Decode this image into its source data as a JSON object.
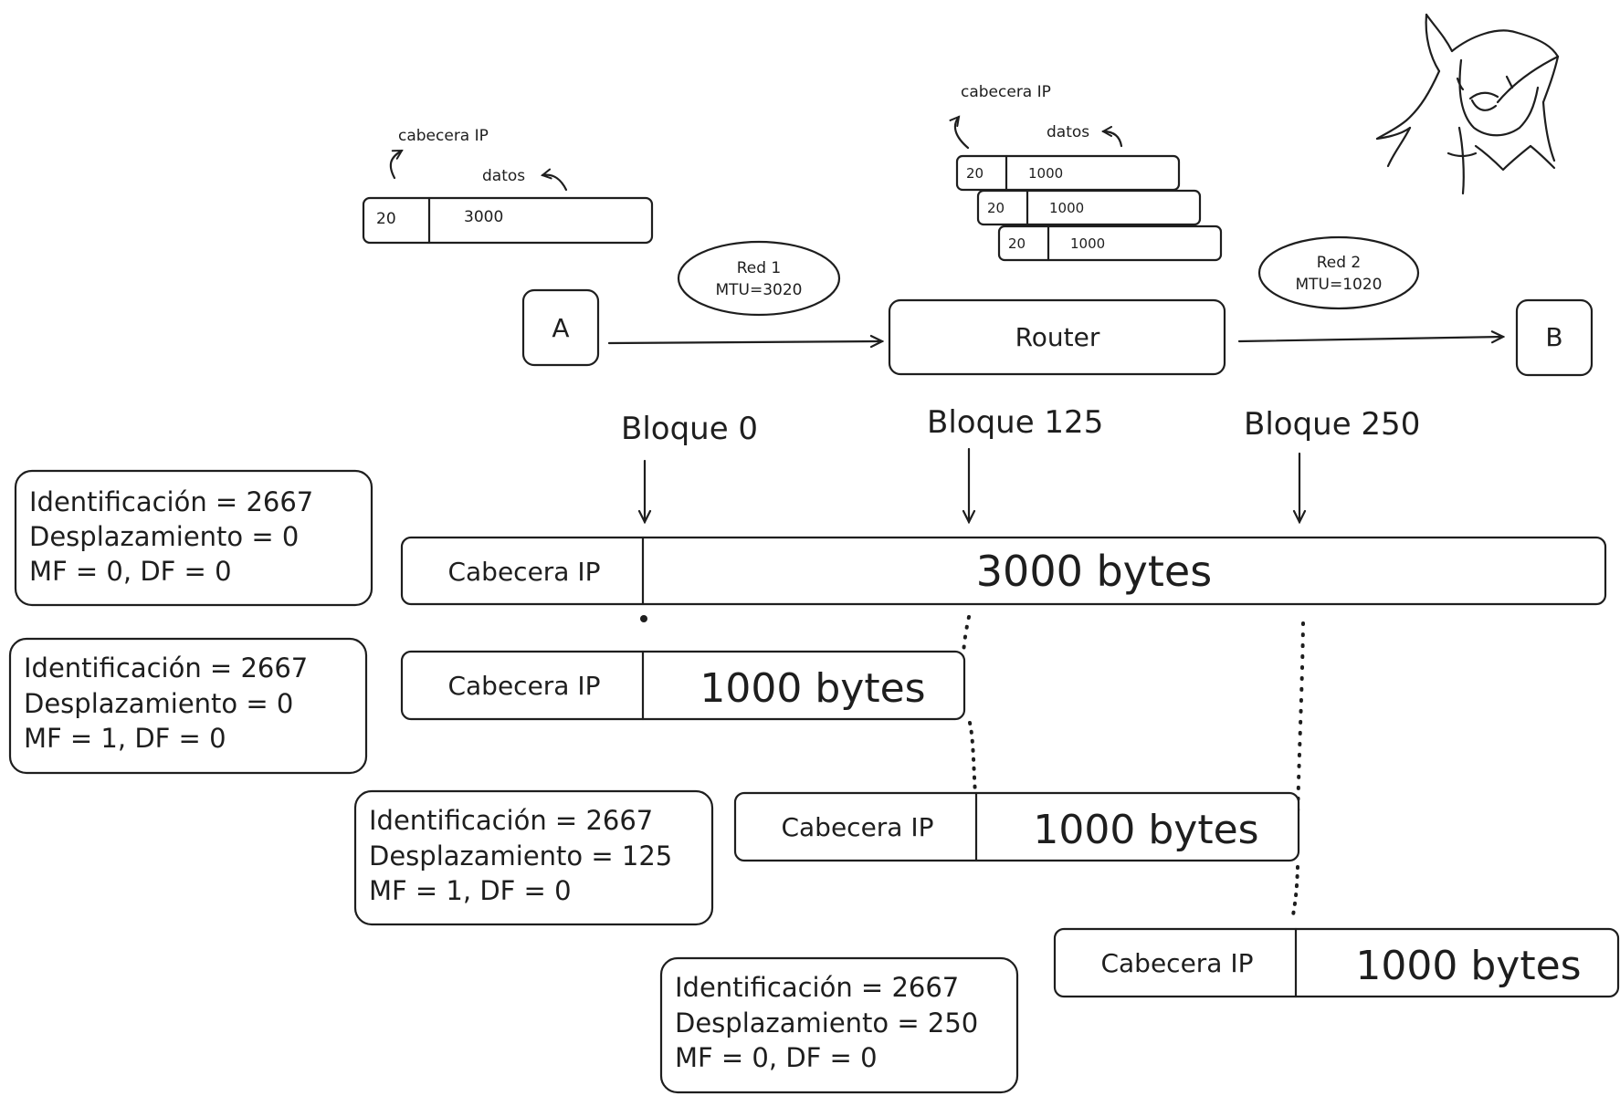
{
  "top_left_packet": {
    "header_caption": "cabecera IP",
    "data_caption": "datos",
    "header_size": "20",
    "data_size": "3000"
  },
  "top_right_packets": {
    "header_caption": "cabecera IP",
    "data_caption": "datos",
    "fragments": [
      {
        "header_size": "20",
        "data_size": "1000"
      },
      {
        "header_size": "20",
        "data_size": "1000"
      },
      {
        "header_size": "20",
        "data_size": "1000"
      }
    ]
  },
  "networks": [
    {
      "name": "Red 1",
      "mtu": "MTU=3020"
    },
    {
      "name": "Red 2",
      "mtu": "MTU=1020"
    }
  ],
  "nodes": {
    "source": "A",
    "router": "Router",
    "destination": "B"
  },
  "block_labels": [
    "Bloque 0",
    "Bloque 125",
    "Bloque 250"
  ],
  "original_packet": {
    "header": "Cabecera IP",
    "data": "3000 bytes",
    "info": [
      "Identificación = 2667",
      "Desplazamiento = 0",
      "MF = 0, DF = 0"
    ]
  },
  "fragments": [
    {
      "header": "Cabecera IP",
      "data": "1000 bytes",
      "info": [
        "Identificación = 2667",
        "Desplazamiento = 0",
        "MF = 1, DF = 0"
      ]
    },
    {
      "header": "Cabecera IP",
      "data": "1000 bytes",
      "info": [
        "Identificación = 2667",
        "Desplazamiento = 125",
        "MF = 1, DF = 0"
      ]
    },
    {
      "header": "Cabecera IP",
      "data": "1000 bytes",
      "info": [
        "Identificación = 2667",
        "Desplazamiento = 250",
        "MF = 0, DF = 0"
      ]
    }
  ],
  "colors": {
    "ink": "#1e1e1e",
    "background": "#ffffff"
  }
}
